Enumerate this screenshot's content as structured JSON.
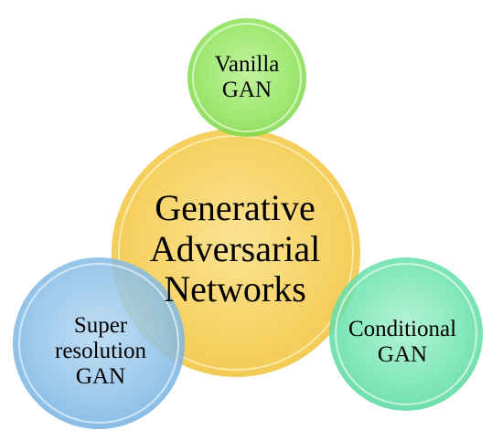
{
  "nodes": {
    "center": {
      "label": "Generative\nAdversarial\nNetworks",
      "color": "#F7D05A"
    },
    "top": {
      "label": "Vanilla\nGAN",
      "color": "#8FE45A"
    },
    "left": {
      "label": "Super\nresolution\nGAN",
      "color": "#8CC0E8"
    },
    "right": {
      "label": "Conditional\nGAN",
      "color": "#6EE3B0"
    }
  }
}
